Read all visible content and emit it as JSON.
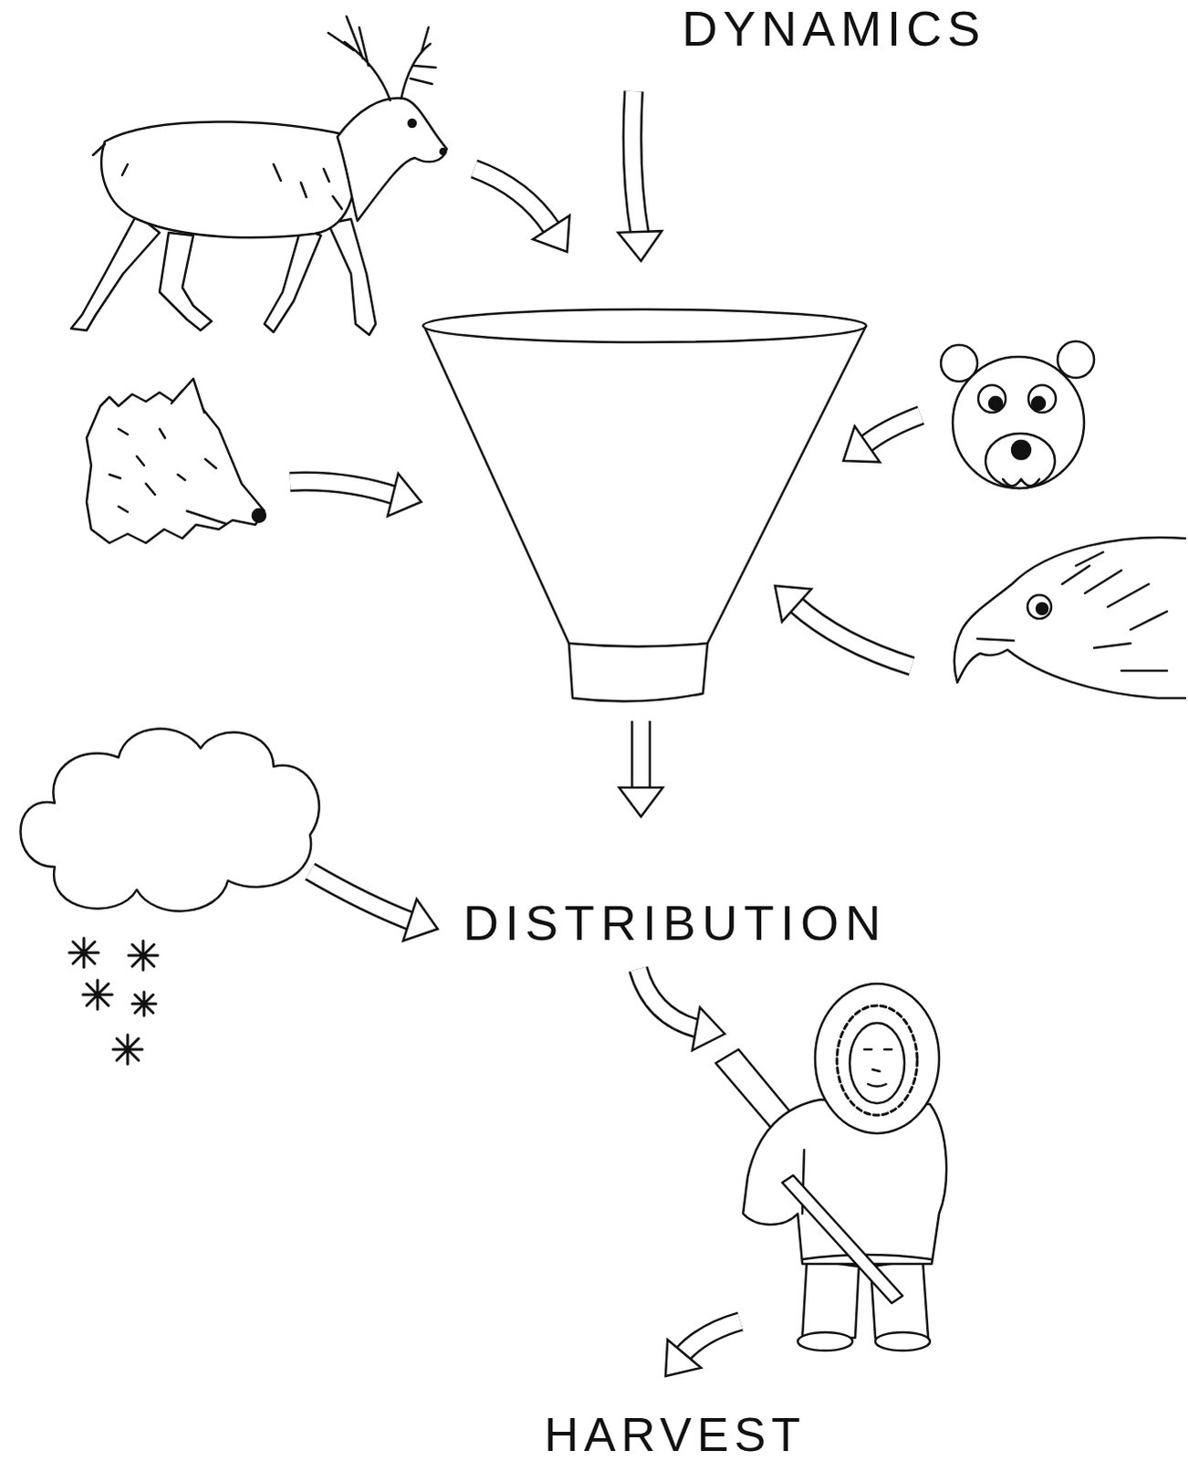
{
  "diagram": {
    "labels": [
      "DYNAMICS",
      "DISTRIBUTION",
      "HARVEST"
    ]
  }
}
